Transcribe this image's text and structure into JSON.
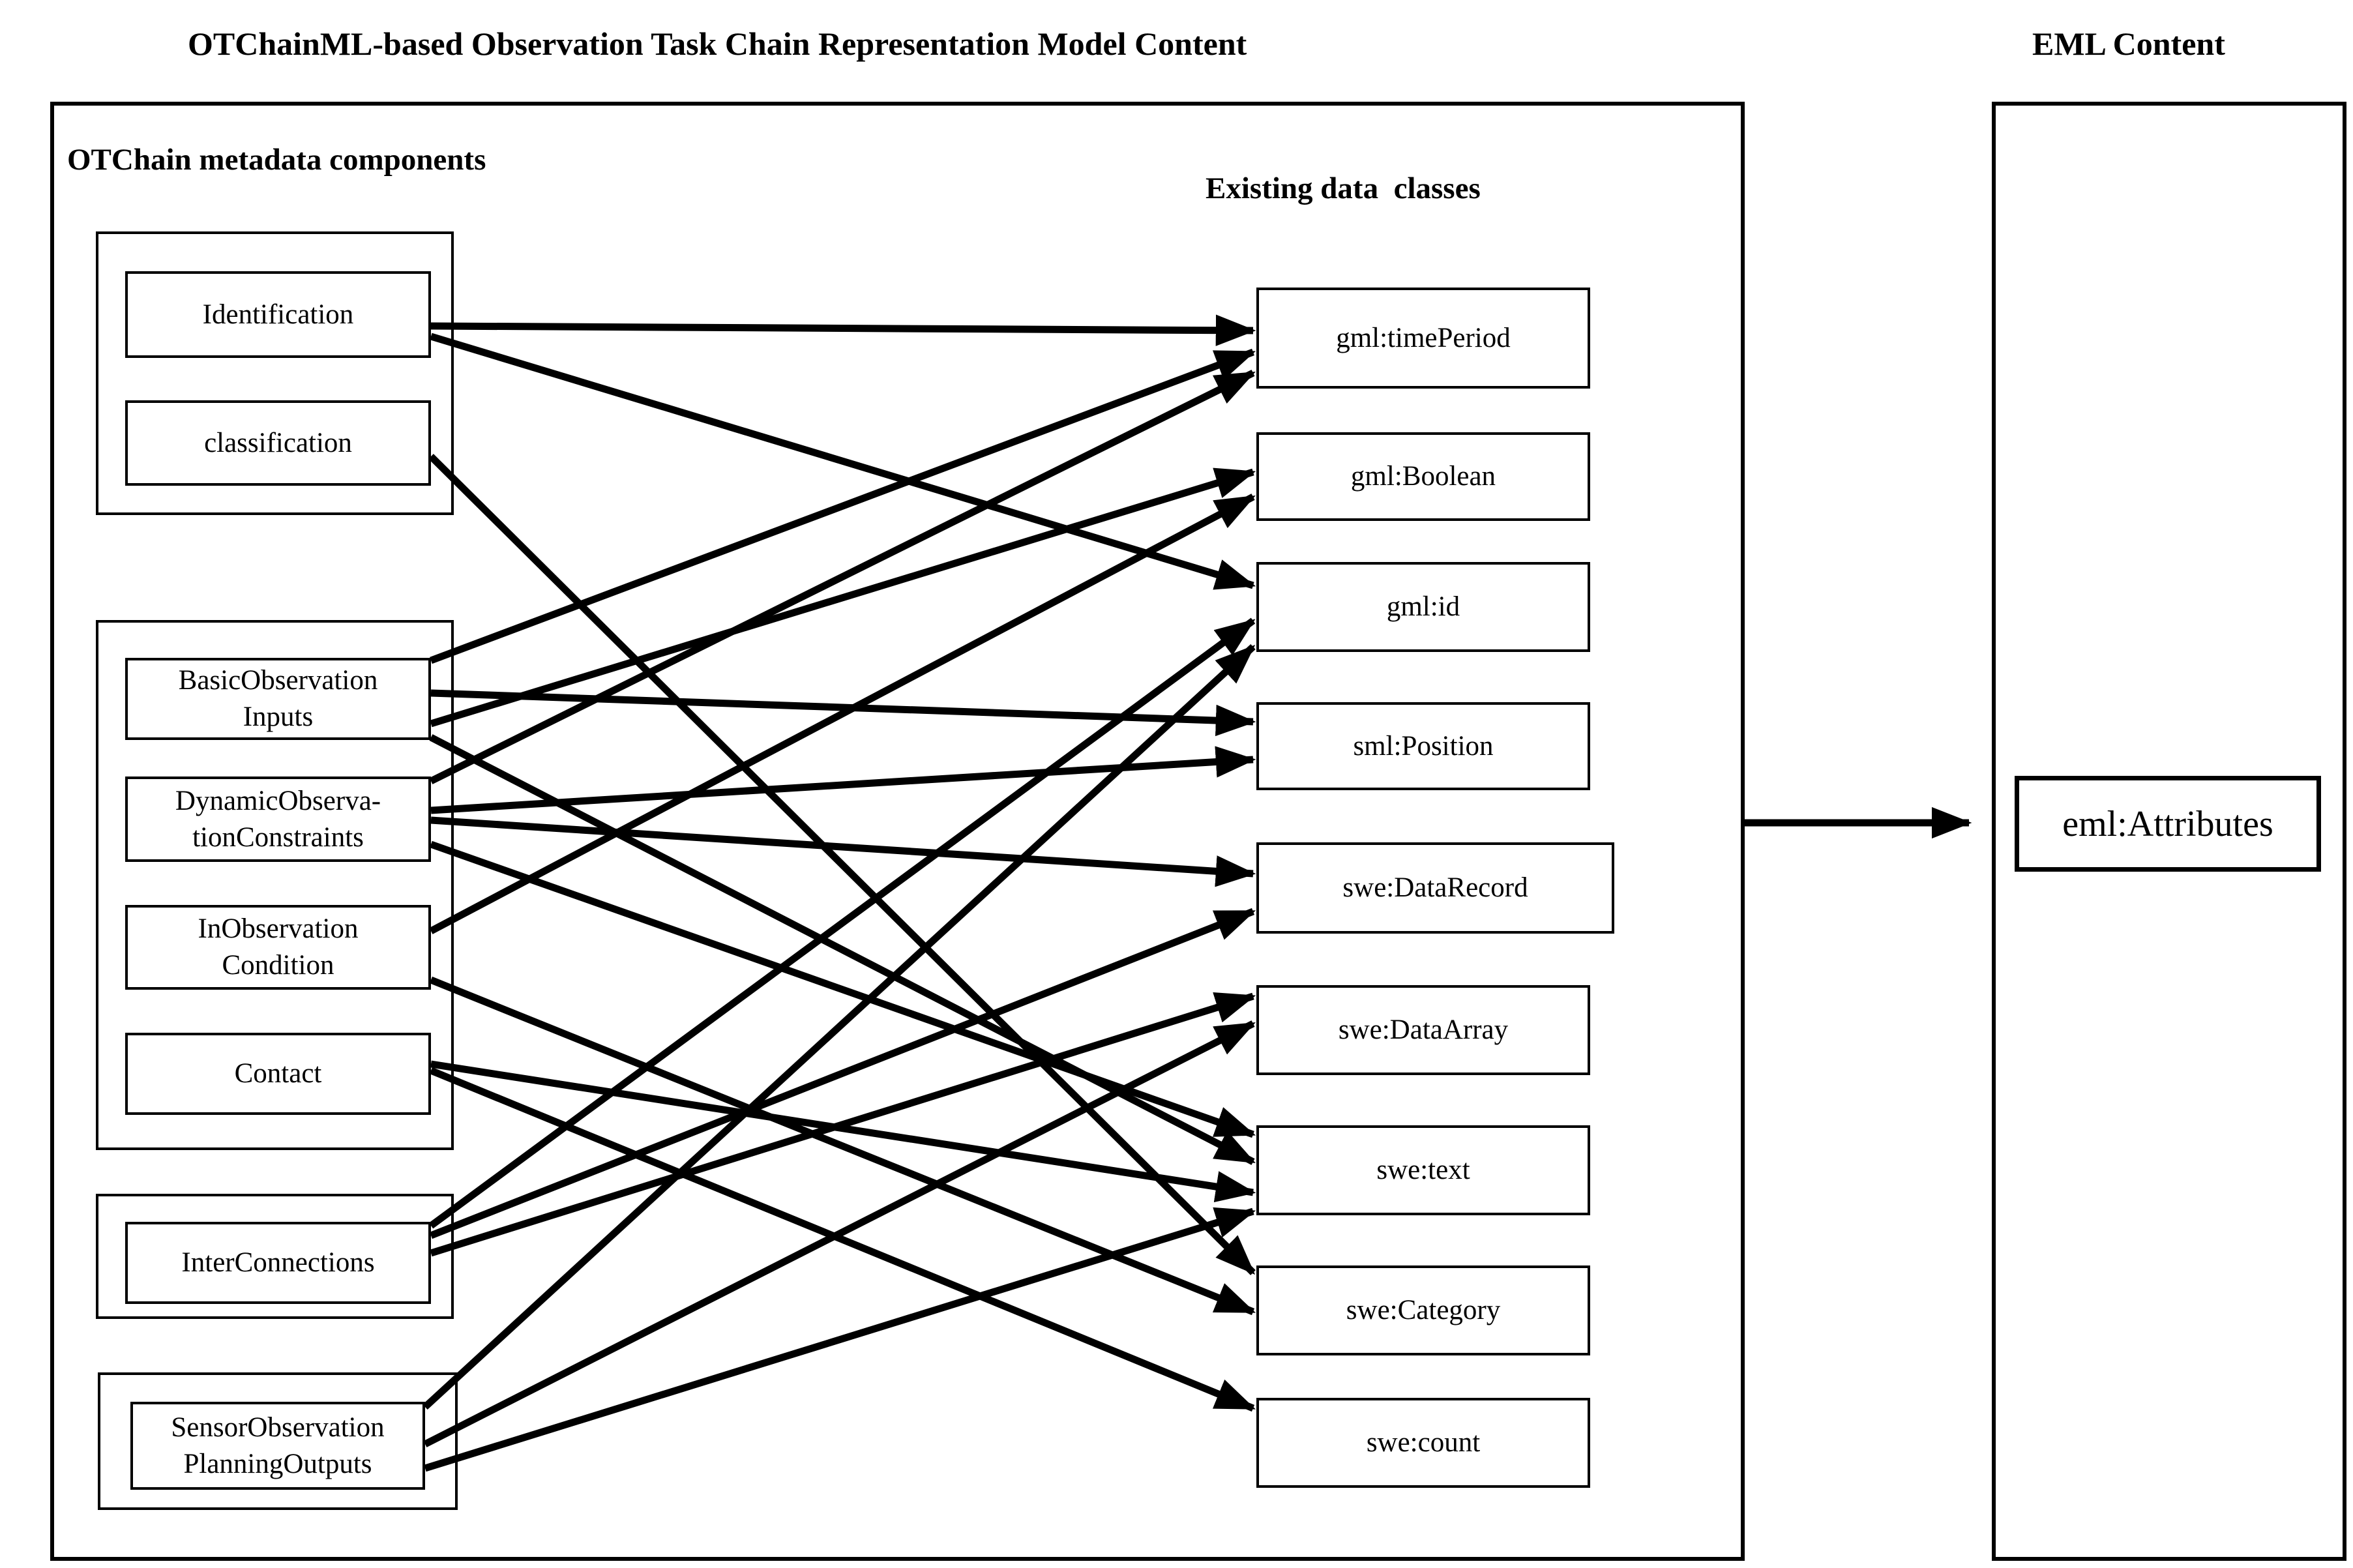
{
  "titles": {
    "main": "OTChainML-based Observation Task Chain Representation Model Content",
    "eml": "EML Content"
  },
  "left_panel": {
    "header": "OTChain metadata components",
    "groups": [
      {
        "boxes": [
          {
            "id": "identification",
            "label": "Identification"
          },
          {
            "id": "classification",
            "label": "classification"
          }
        ]
      },
      {
        "boxes": [
          {
            "id": "basic",
            "label": [
              "BasicObservation",
              "Inputs"
            ]
          },
          {
            "id": "dynamic",
            "label": [
              "DynamicObserva-",
              "tionConstraints"
            ]
          },
          {
            "id": "inobs",
            "label": [
              "InObservation",
              "Condition"
            ]
          },
          {
            "id": "contact",
            "label": "Contact"
          }
        ]
      },
      {
        "boxes": [
          {
            "id": "inter",
            "label": "InterConnections"
          }
        ]
      },
      {
        "boxes": [
          {
            "id": "sensor",
            "label": [
              "SensorObservation",
              "PlanningOutputs"
            ]
          }
        ]
      }
    ]
  },
  "right_panel": {
    "header": "Existing data  classes",
    "classes": [
      {
        "id": "gml-timeperiod",
        "label": "gml:timePeriod"
      },
      {
        "id": "gml-boolean",
        "label": "gml:Boolean"
      },
      {
        "id": "gml-id",
        "label": "gml:id"
      },
      {
        "id": "sml-position",
        "label": "sml:Position"
      },
      {
        "id": "swe-datarecord",
        "label": "swe:DataRecord"
      },
      {
        "id": "swe-dataarray",
        "label": "swe:DataArray"
      },
      {
        "id": "swe-text",
        "label": "swe:text"
      },
      {
        "id": "swe-category",
        "label": "swe:Category"
      },
      {
        "id": "swe-count",
        "label": "swe:count"
      }
    ]
  },
  "eml_panel": {
    "attribute_label": "eml:Attributes"
  },
  "edges": [
    {
      "from": "identification",
      "to": "gml-timeperiod"
    },
    {
      "from": "identification",
      "to": "gml-id"
    },
    {
      "from": "classification",
      "to": "swe-category"
    },
    {
      "from": "basic",
      "to": "gml-timeperiod"
    },
    {
      "from": "basic",
      "to": "gml-boolean"
    },
    {
      "from": "basic",
      "to": "sml-position"
    },
    {
      "from": "basic",
      "to": "swe-text"
    },
    {
      "from": "dynamic",
      "to": "gml-timeperiod"
    },
    {
      "from": "dynamic",
      "to": "sml-position"
    },
    {
      "from": "dynamic",
      "to": "swe-datarecord"
    },
    {
      "from": "dynamic",
      "to": "swe-text"
    },
    {
      "from": "inobs",
      "to": "gml-boolean"
    },
    {
      "from": "inobs",
      "to": "swe-category"
    },
    {
      "from": "contact",
      "to": "swe-text"
    },
    {
      "from": "contact",
      "to": "swe-count"
    },
    {
      "from": "inter",
      "to": "gml-id"
    },
    {
      "from": "inter",
      "to": "swe-datarecord"
    },
    {
      "from": "inter",
      "to": "swe-dataarray"
    },
    {
      "from": "sensor",
      "to": "gml-id"
    },
    {
      "from": "sensor",
      "to": "swe-dataarray"
    },
    {
      "from": "sensor",
      "to": "swe-text"
    },
    {
      "from": "model",
      "to": "eml-attributes"
    }
  ],
  "colors": {
    "line": "#000000",
    "background": "#ffffff"
  }
}
